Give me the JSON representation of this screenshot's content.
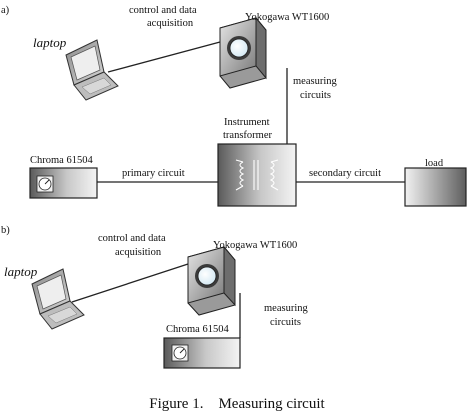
{
  "panel_a": {
    "tag": "a)",
    "laptop": "laptop",
    "control_line1": "control and data",
    "control_line2": "acquisition",
    "meter": "Yokogawa WT1600",
    "measuring_line1": "measuring",
    "measuring_line2": "circuits",
    "transformer_line1": "Instrument",
    "transformer_line2": "transformer",
    "source": "Chroma 61504",
    "primary": "primary circuit",
    "secondary": "secondary circuit",
    "load": "load"
  },
  "panel_b": {
    "tag": "b)",
    "laptop": "laptop",
    "control_line1": "control and data",
    "control_line2": "acquisition",
    "meter": "Yokogawa WT1600",
    "measuring_line1": "measuring",
    "measuring_line2": "circuits",
    "source": "Chroma 61504"
  },
  "caption": "Figure 1.    Measuring circuit"
}
